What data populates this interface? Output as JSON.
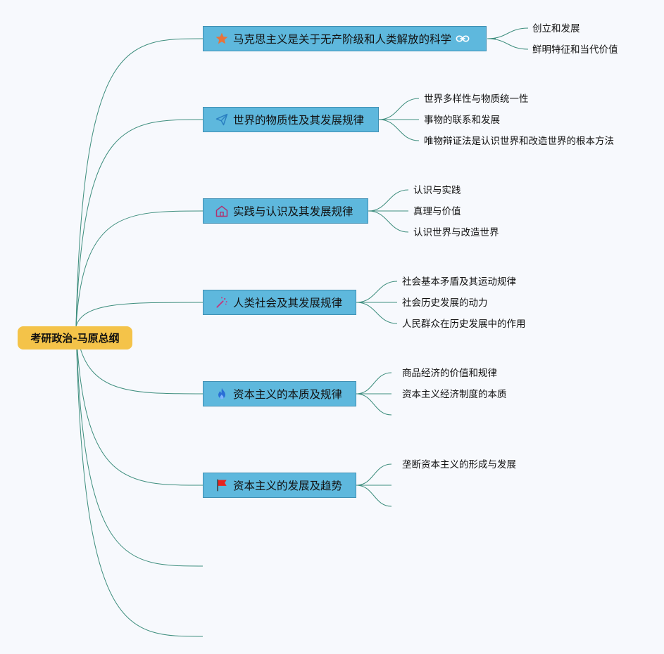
{
  "root": {
    "label": "考研政治-马原总纲"
  },
  "branches": [
    {
      "label": "马克思主义是关于无产阶级和人类解放的科学",
      "icon": "star-icon",
      "tail_icon": "link-icon",
      "children": [
        "创立和发展",
        "鲜明特征和当代价值"
      ]
    },
    {
      "label": "世界的物质性及其发展规律",
      "icon": "paper-plane-icon",
      "children": [
        "世界多样性与物质统一性",
        "事物的联系和发展",
        "唯物辩证法是认识世界和改造世界的根本方法"
      ]
    },
    {
      "label": "实践与认识及其发展规律",
      "icon": "house-icon",
      "children": [
        "认识与实践",
        "真理与价值",
        "认识世界与改造世界"
      ]
    },
    {
      "label": "人类社会及其发展规律",
      "icon": "magic-wand-icon",
      "children": [
        "社会基本矛盾及其运动规律",
        "社会历史发展的动力",
        "人民群众在历史发展中的作用"
      ]
    },
    {
      "label": "资本主义的本质及规律",
      "icon": "fire-icon",
      "children": [
        "商品经济的价值和规律",
        "资本主义经济制度的本质",
        ""
      ]
    },
    {
      "label": "资本主义的发展及趋势",
      "icon": "flag-icon",
      "children": [
        "垄断资本主义的形成与发展",
        "",
        ""
      ]
    }
  ],
  "colors": {
    "root": "#f4c349",
    "branch": "#5eb8dd",
    "edge": "#3e8e7e"
  }
}
